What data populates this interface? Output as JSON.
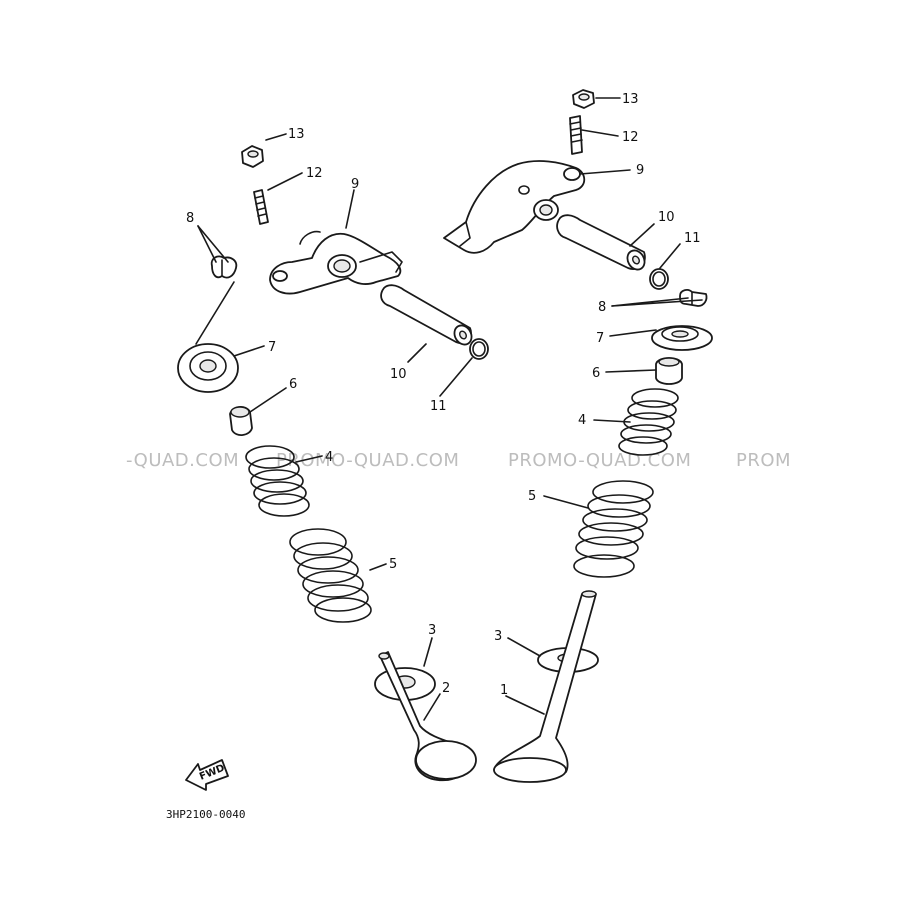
{
  "diagram_code": "3HP2100-0040",
  "fwd_label": "FWD",
  "watermarks": [
    "-QUAD.COM",
    "PROMO-QUAD.COM",
    "PROMO-QUAD.COM",
    "PROM"
  ],
  "callouts": {
    "l1": "1",
    "l2": "2",
    "l3a": "3",
    "l3b": "3",
    "l4a": "4",
    "l4b": "4",
    "l5a": "5",
    "l5b": "5",
    "l6a": "6",
    "l6b": "6",
    "l7a": "7",
    "l7b": "7",
    "l8a": "8",
    "l8b": "8",
    "l9a": "9",
    "l9b": "9",
    "l10a": "10",
    "l10b": "10",
    "l11a": "11",
    "l11b": "11",
    "l12a": "12",
    "l12b": "12",
    "l13a": "13",
    "l13b": "13"
  }
}
